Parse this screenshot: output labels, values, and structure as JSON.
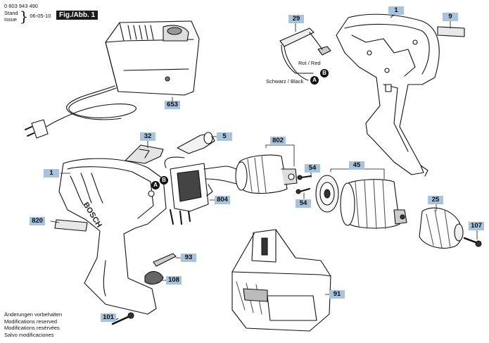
{
  "header": {
    "doc_number": "0 603 943 490",
    "stand_label": "Stand",
    "issue_label": "Issue",
    "issue_date": "06-05-10",
    "figure_label": "Fig./Abb. 1"
  },
  "footer": {
    "lines": [
      "Änderungen vorbehalten",
      "Modifications reserved",
      "Modifications resérvées",
      "Salvo modificaciones"
    ]
  },
  "wires": {
    "red_label": "Rot / Red",
    "black_label": "Schwarz / Black",
    "connector_a": "A",
    "connector_b": "B"
  },
  "product": {
    "brand": "BOSCH"
  },
  "parts": [
    "1",
    "9",
    "29",
    "653",
    "32",
    "5",
    "802",
    "804",
    "54",
    "45",
    "820",
    "25",
    "107",
    "93",
    "108",
    "91",
    "101"
  ]
}
